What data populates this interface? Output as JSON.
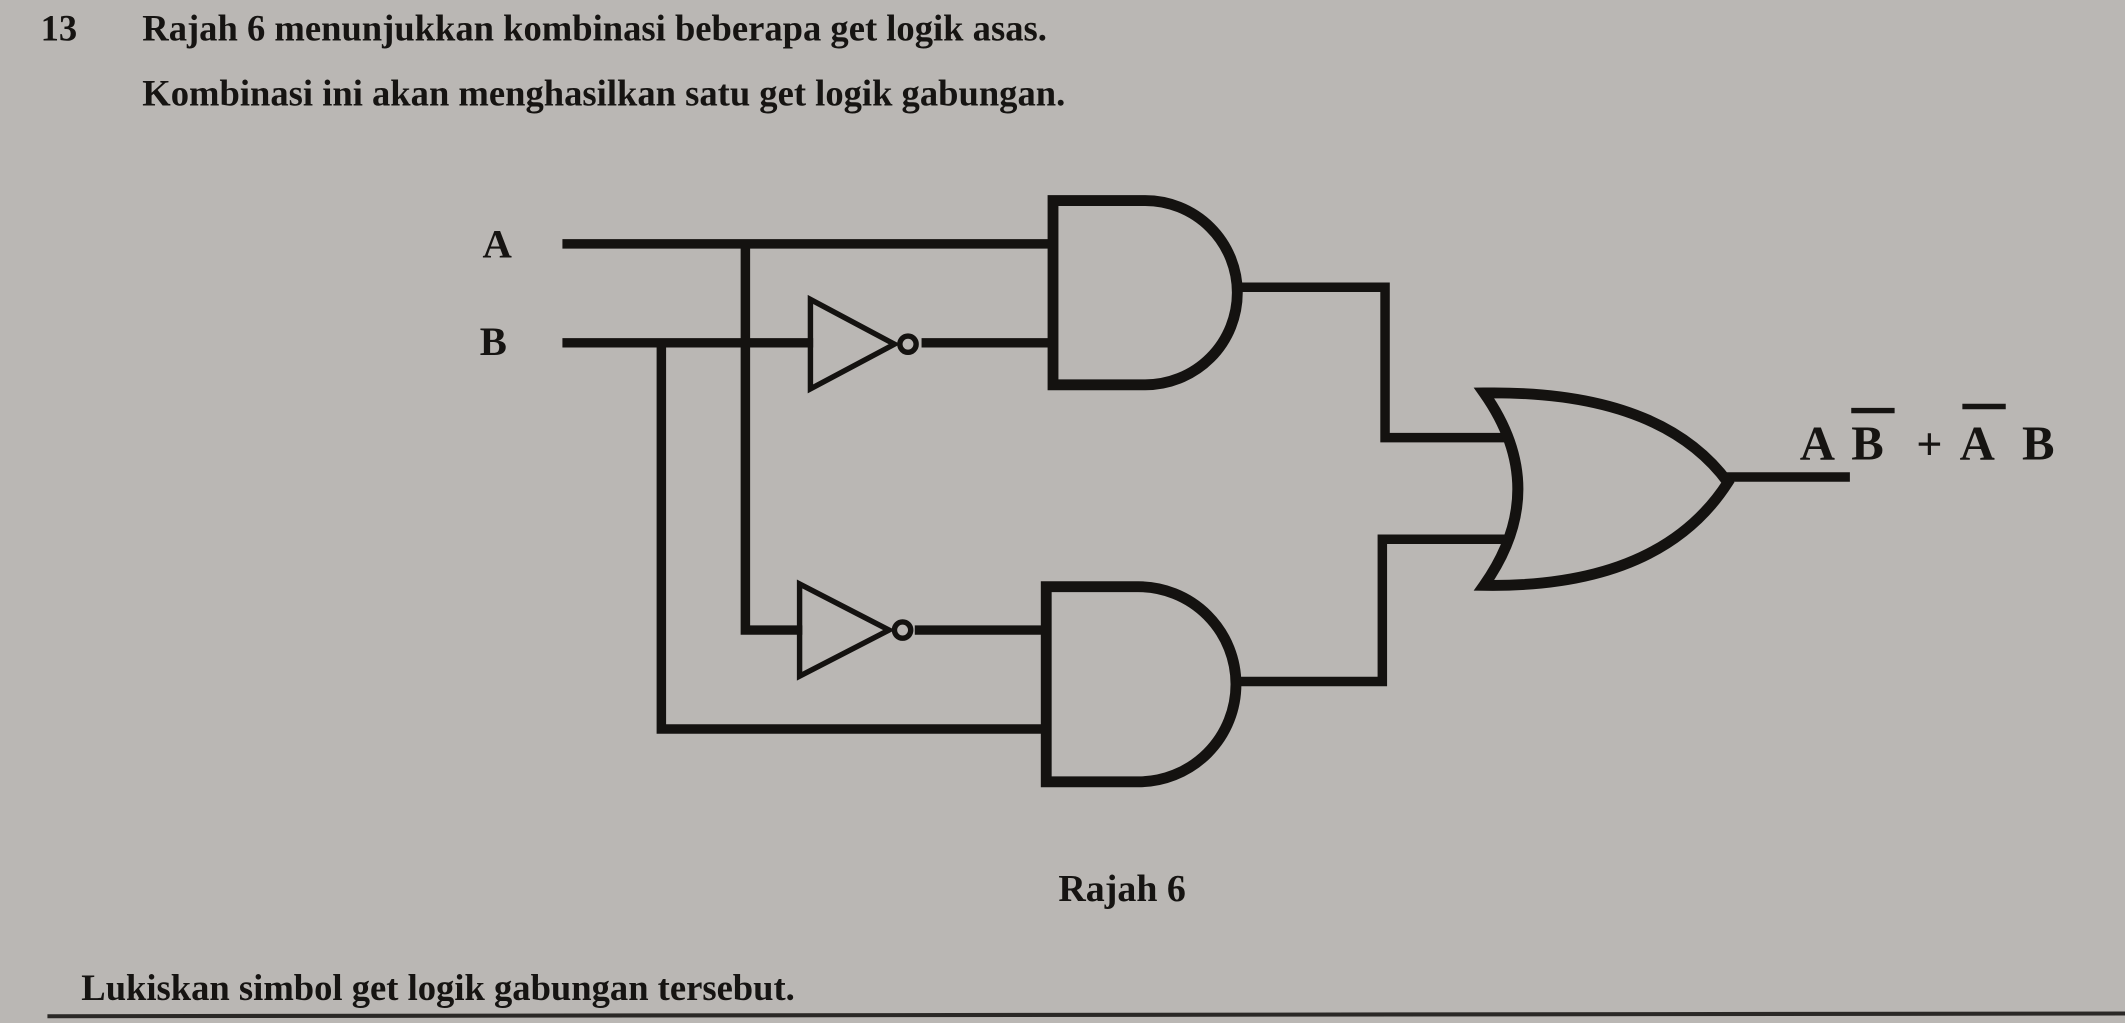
{
  "question": {
    "number": "13",
    "line1": "Rajah 6 menunjukkan kombinasi beberapa get logik asas.",
    "line2": "Kombinasi ini akan menghasilkan satu get logik gabungan.",
    "instruction": "Lukiskan simbol get logik gabungan tersebut."
  },
  "diagram": {
    "input_a": "A",
    "input_b": "B",
    "caption": "Rajah 6",
    "output_expression": {
      "term1_a": "A",
      "term1_b_bar": "B",
      "plus": "+",
      "term2_a_bar": "A",
      "term2_b": "B"
    }
  },
  "colors": {
    "paper": "#b9b6b3",
    "ink": "#141210"
  }
}
